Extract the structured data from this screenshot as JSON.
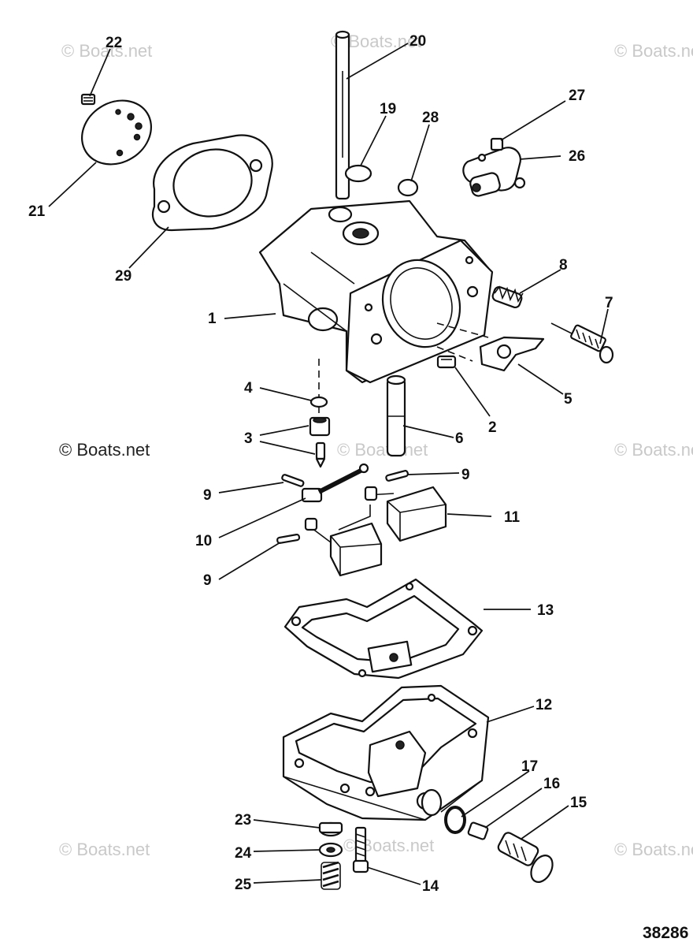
{
  "watermark": {
    "text": "© Boats.net"
  },
  "figure_number": "38286",
  "callouts": {
    "c1": "1",
    "c2": "2",
    "c3": "3",
    "c4": "4",
    "c5": "5",
    "c6": "6",
    "c7": "7",
    "c8": "8",
    "c9a": "9",
    "c9b": "9",
    "c9c": "9",
    "c10": "10",
    "c11": "11",
    "c12": "12",
    "c13": "13",
    "c14": "14",
    "c15": "15",
    "c16": "16",
    "c17": "17",
    "c19": "19",
    "c20": "20",
    "c21": "21",
    "c22": "22",
    "c23": "23",
    "c24": "24",
    "c25": "25",
    "c26": "26",
    "c27": "27",
    "c28": "28",
    "c29": "29"
  }
}
